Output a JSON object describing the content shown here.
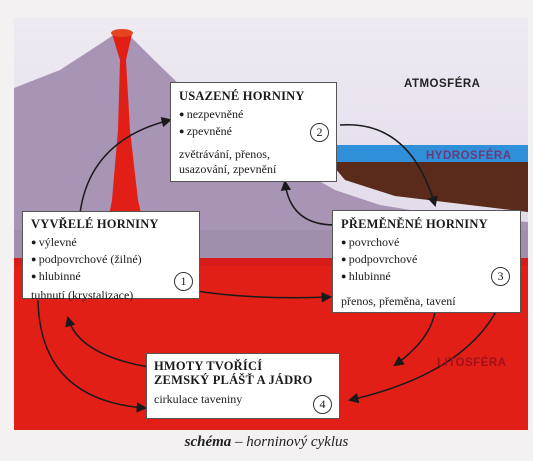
{
  "zones": {
    "atmosphere": "ATMOSFÉRA",
    "hydrosphere": "HYDROSFÉRA",
    "lithosphere": "LITOSFÉRA"
  },
  "boxes": {
    "sedimentary": {
      "title": "USAZENÉ HORNINY",
      "items": [
        "nezpevněné",
        "zpevněné"
      ],
      "number": "2",
      "process": [
        "zvětrávání, přenos,",
        "usazování, zpevnění"
      ]
    },
    "igneous": {
      "title": "VYVŘELÉ HORNINY",
      "items": [
        "výlevné",
        "podpovrchové (žilné)",
        "hlubinné"
      ],
      "number": "1",
      "process": "tuhnutí (krystalizace)"
    },
    "metamorphic": {
      "title": "PŘEMĚNĚNÉ HORNINY",
      "items": [
        "povrchové",
        "podpovrchové",
        "hlubinné"
      ],
      "number": "3",
      "process": "přenos, přeměna, tavení"
    },
    "mantle": {
      "title": [
        "HMOTY TVOŘÍCÍ",
        "ZEMSKÝ PLÁŠŤ A JÁDRO"
      ],
      "number": "4",
      "process": "cirkulace taveniny"
    }
  },
  "caption": {
    "bold": "schéma",
    "rest": " – horninový cyklus"
  },
  "colors": {
    "sky": "#ddd5e3",
    "mountain": "#a894b4",
    "water": "#2f8fd8",
    "soil": "#5a2a1a",
    "magma": "#e21f17",
    "mantle": "#d9141a"
  }
}
